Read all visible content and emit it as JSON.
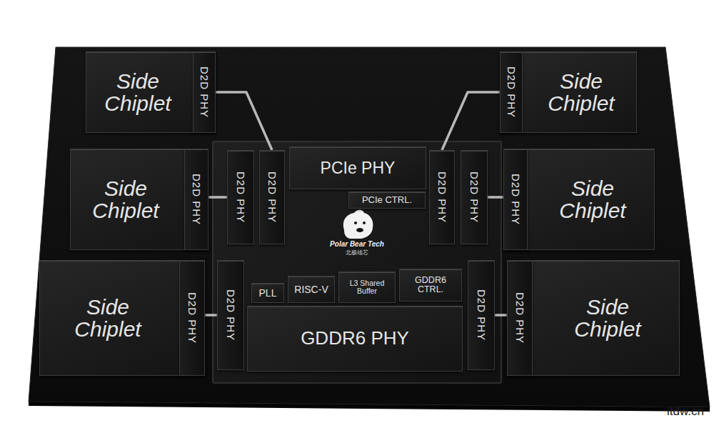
{
  "diagram": {
    "nodes": [
      {
        "text": [
          "Side Chiplet"
        ]
      },
      {
        "text": [
          "D2D PHY"
        ],
        "in": 0
      },
      {
        "text": [
          "Side Chiplet"
        ]
      },
      {
        "text": [
          "D2D PHY"
        ],
        "in": 2
      },
      {
        "text": [
          "PCIe PHY"
        ]
      },
      {
        "text": [
          "D2D PHY"
        ]
      },
      {
        "text": [
          "D2D PHY"
        ]
      },
      {
        "text": [
          "PCIe CTRL."
        ]
      },
      {
        "text": [
          "D2D PHY"
        ]
      },
      {
        "text": [
          "D2D PHY"
        ]
      },
      {
        "text": [
          "Side Chiplet"
        ]
      },
      {
        "text": [
          "D2D PHY"
        ],
        "in": 10
      },
      {
        "text": [
          "Side Chiplet"
        ]
      },
      {
        "text": [
          "D2D PHY"
        ],
        "in": 12
      },
      {
        "text": [
          "PLL"
        ]
      },
      {
        "text": [
          "RISC-V"
        ]
      },
      {
        "text": [
          "L3 Shared Buffer"
        ]
      },
      {
        "text": [
          "GDDR6 CTRL."
        ]
      },
      {
        "text": [
          "D2D PHY"
        ]
      },
      {
        "text": [
          "GDDR6 PHY"
        ]
      },
      {
        "text": [
          "D2D PHY"
        ]
      },
      {
        "text": [
          "Side Chiplet"
        ]
      },
      {
        "text": [
          "D2D PHY"
        ],
        "in": 21
      },
      {
        "text": [
          "Side Chiplet"
        ]
      },
      {
        "text": [
          "D2D PHY"
        ],
        "in": 23
      }
    ],
    "edges": [
      {
        "from": 1,
        "to": 6,
        "arrow": "none"
      },
      {
        "from": 3,
        "to": 8,
        "arrow": "none"
      },
      {
        "from": 11,
        "to": 5,
        "arrow": "none"
      },
      {
        "from": 13,
        "to": 9,
        "arrow": "none"
      },
      {
        "from": 22,
        "to": 18,
        "arrow": "none"
      },
      {
        "from": 24,
        "to": 20,
        "arrow": "none"
      }
    ],
    "labels": [
      "Polar Bear Tech",
      "北极雄芯",
      "itdw.cn"
    ]
  }
}
